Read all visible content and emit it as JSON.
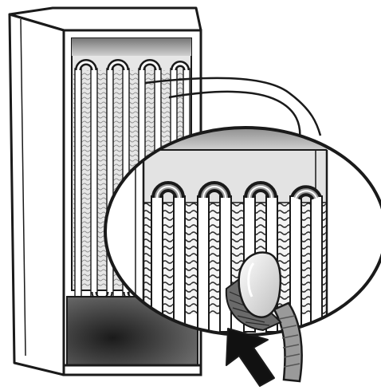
{
  "figure": {
    "subject": "refrigerator-rear-condenser-cleaning",
    "colors": {
      "outline": "#1a1a1a",
      "cabinet": "#ffffff",
      "interior": "#d9d9d9",
      "coil_fill": "#cfcfcf",
      "fins": "#9a9a9a",
      "compartment_dark": "#3a3a3a",
      "brush_head": "#e8e8e8",
      "bristles": "#5a5a5a",
      "arrow": "#111111"
    },
    "coils": {
      "top_loops": 4,
      "magnified_loops": 4,
      "bottom_loops": 3
    },
    "icons": [
      "magnifier-callout",
      "cleaning-brush-icon",
      "up-arrow-icon"
    ]
  }
}
